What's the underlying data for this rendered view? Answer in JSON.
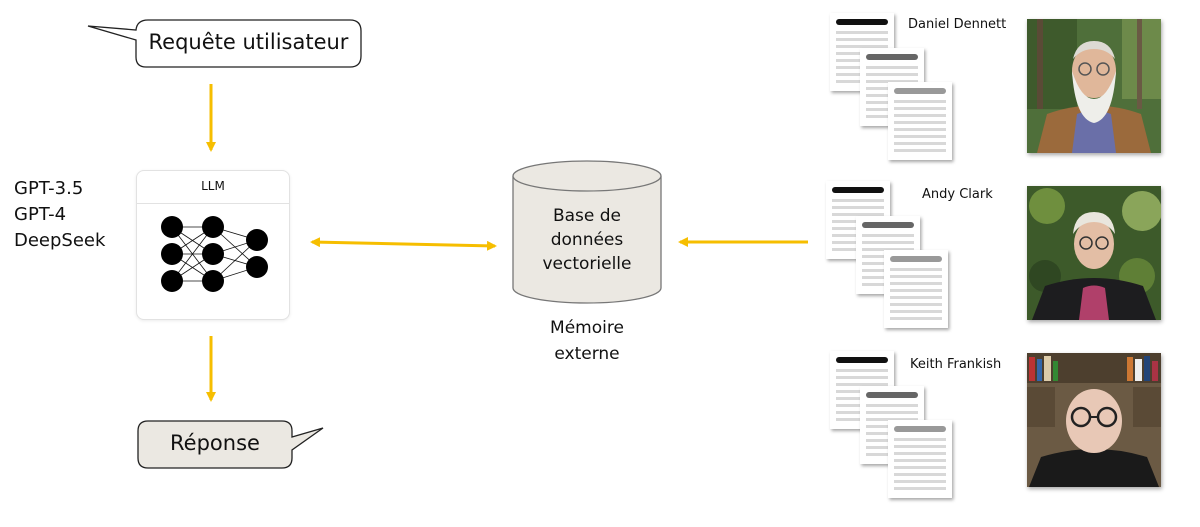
{
  "query": {
    "label": "Requête utilisateur"
  },
  "models": [
    "GPT-3.5",
    "GPT-4",
    "DeepSeek"
  ],
  "llm": {
    "title": "LLM"
  },
  "database": {
    "lines": [
      "Base de",
      "données",
      "vectorielle"
    ],
    "caption": [
      "Mémoire",
      "externe"
    ]
  },
  "response": {
    "label": "Réponse"
  },
  "people": [
    {
      "name": "Daniel Dennett"
    },
    {
      "name": "Andy Clark"
    },
    {
      "name": "Keith Frankish"
    }
  ],
  "colors": {
    "arrow": "#f6be00",
    "bubble_fill_response": "#ebe8e2",
    "db_fill": "#ebe8e2"
  },
  "icons": [
    "neural-network-icon",
    "document-stack-icon",
    "person-photo"
  ]
}
